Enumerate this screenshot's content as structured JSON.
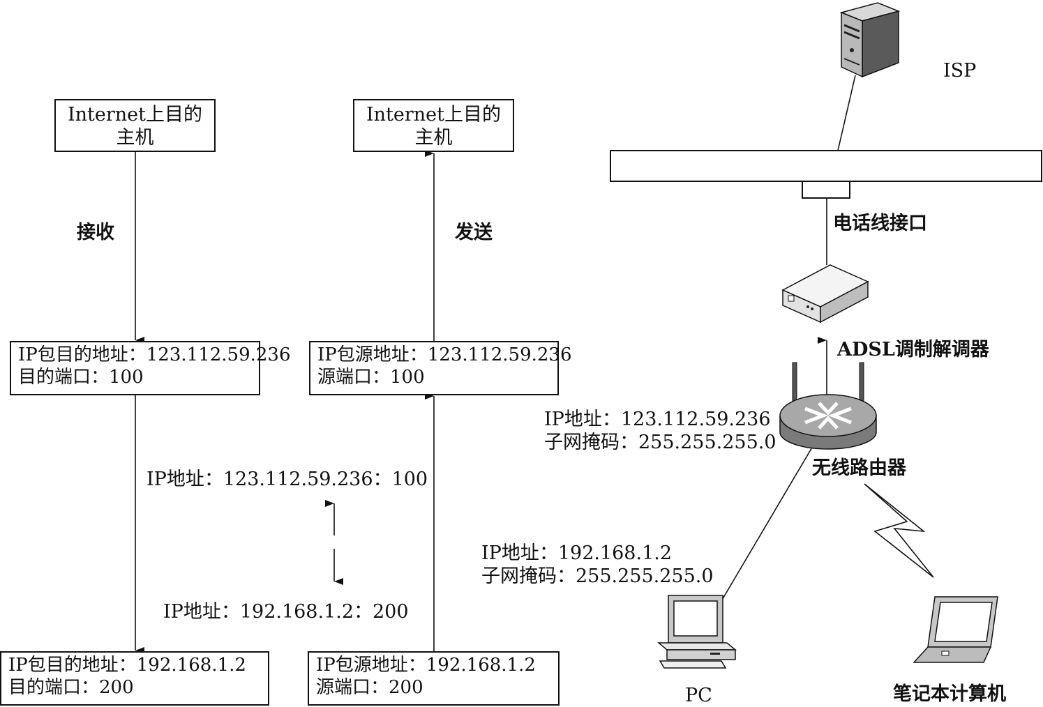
{
  "left_flow": {
    "top_host": "Internet上目的\n主机",
    "action": "接收",
    "public_packet": {
      "line1": "IP包目的地址：123.112.59.236",
      "line2": "目的端口：100"
    },
    "private_packet": {
      "line1": "IP包目的地址：192.168.1.2",
      "line2": "目的端口：200"
    }
  },
  "right_flow": {
    "top_host": "Internet上目的\n主机",
    "action": "发送",
    "public_packet": {
      "line1": "IP包源地址：123.112.59.236",
      "line2": "源端口：100"
    },
    "private_packet": {
      "line1": "IP包源地址：192.168.1.2",
      "line2": "源端口：200"
    }
  },
  "nat_mapping": {
    "public": "IP地址：123.112.59.236：100",
    "private": "IP地址：192.168.1.2：200"
  },
  "network": {
    "isp": "ISP",
    "phone_port": "电话线接口",
    "modem": "ADSL调制解调器",
    "router": "无线路由器",
    "router_ip": "IP地址：123.112.59.236",
    "router_mask": "子网掩码：255.255.255.0",
    "pc_ip": "IP地址：192.168.1.2",
    "pc_mask": "子网掩码：255.255.255.0",
    "pc": "PC",
    "laptop": "笔记本计算机"
  }
}
